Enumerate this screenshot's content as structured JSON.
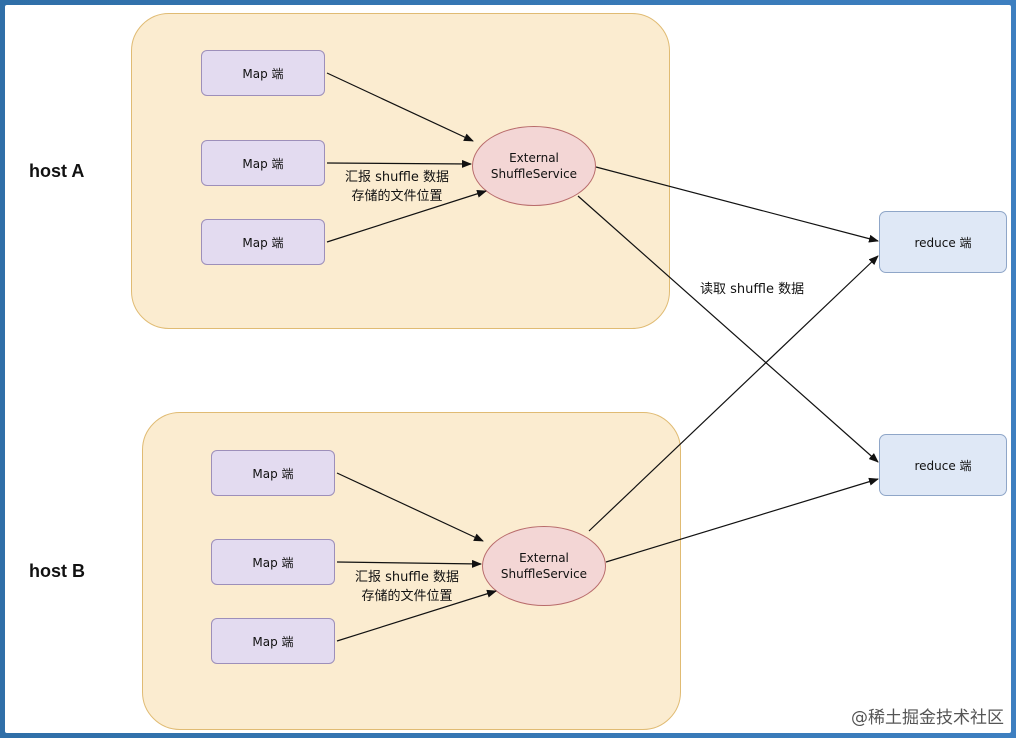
{
  "hosts": [
    {
      "label": "host A",
      "maps": [
        "Map 端",
        "Map 端",
        "Map 端"
      ],
      "ess_line1": "External",
      "ess_line2": "ShuffleService",
      "report_line1": "汇报 shuffle 数据",
      "report_line2": "存储的文件位置"
    },
    {
      "label": "host B",
      "maps": [
        "Map 端",
        "Map 端",
        "Map 端"
      ],
      "ess_line1": "External",
      "ess_line2": "ShuffleService",
      "report_line1": "汇报 shuffle 数据",
      "report_line2": "存储的文件位置"
    }
  ],
  "reducers": [
    "reduce 端",
    "reduce 端"
  ],
  "read_label": "读取 shuffle 数据",
  "watermark": "@稀土掘金技术社区",
  "colors": {
    "host_fill": "#fbecd0",
    "map_fill": "#e3dbf0",
    "ess_fill": "#f3d6d5",
    "reduce_fill": "#dfe8f6"
  }
}
